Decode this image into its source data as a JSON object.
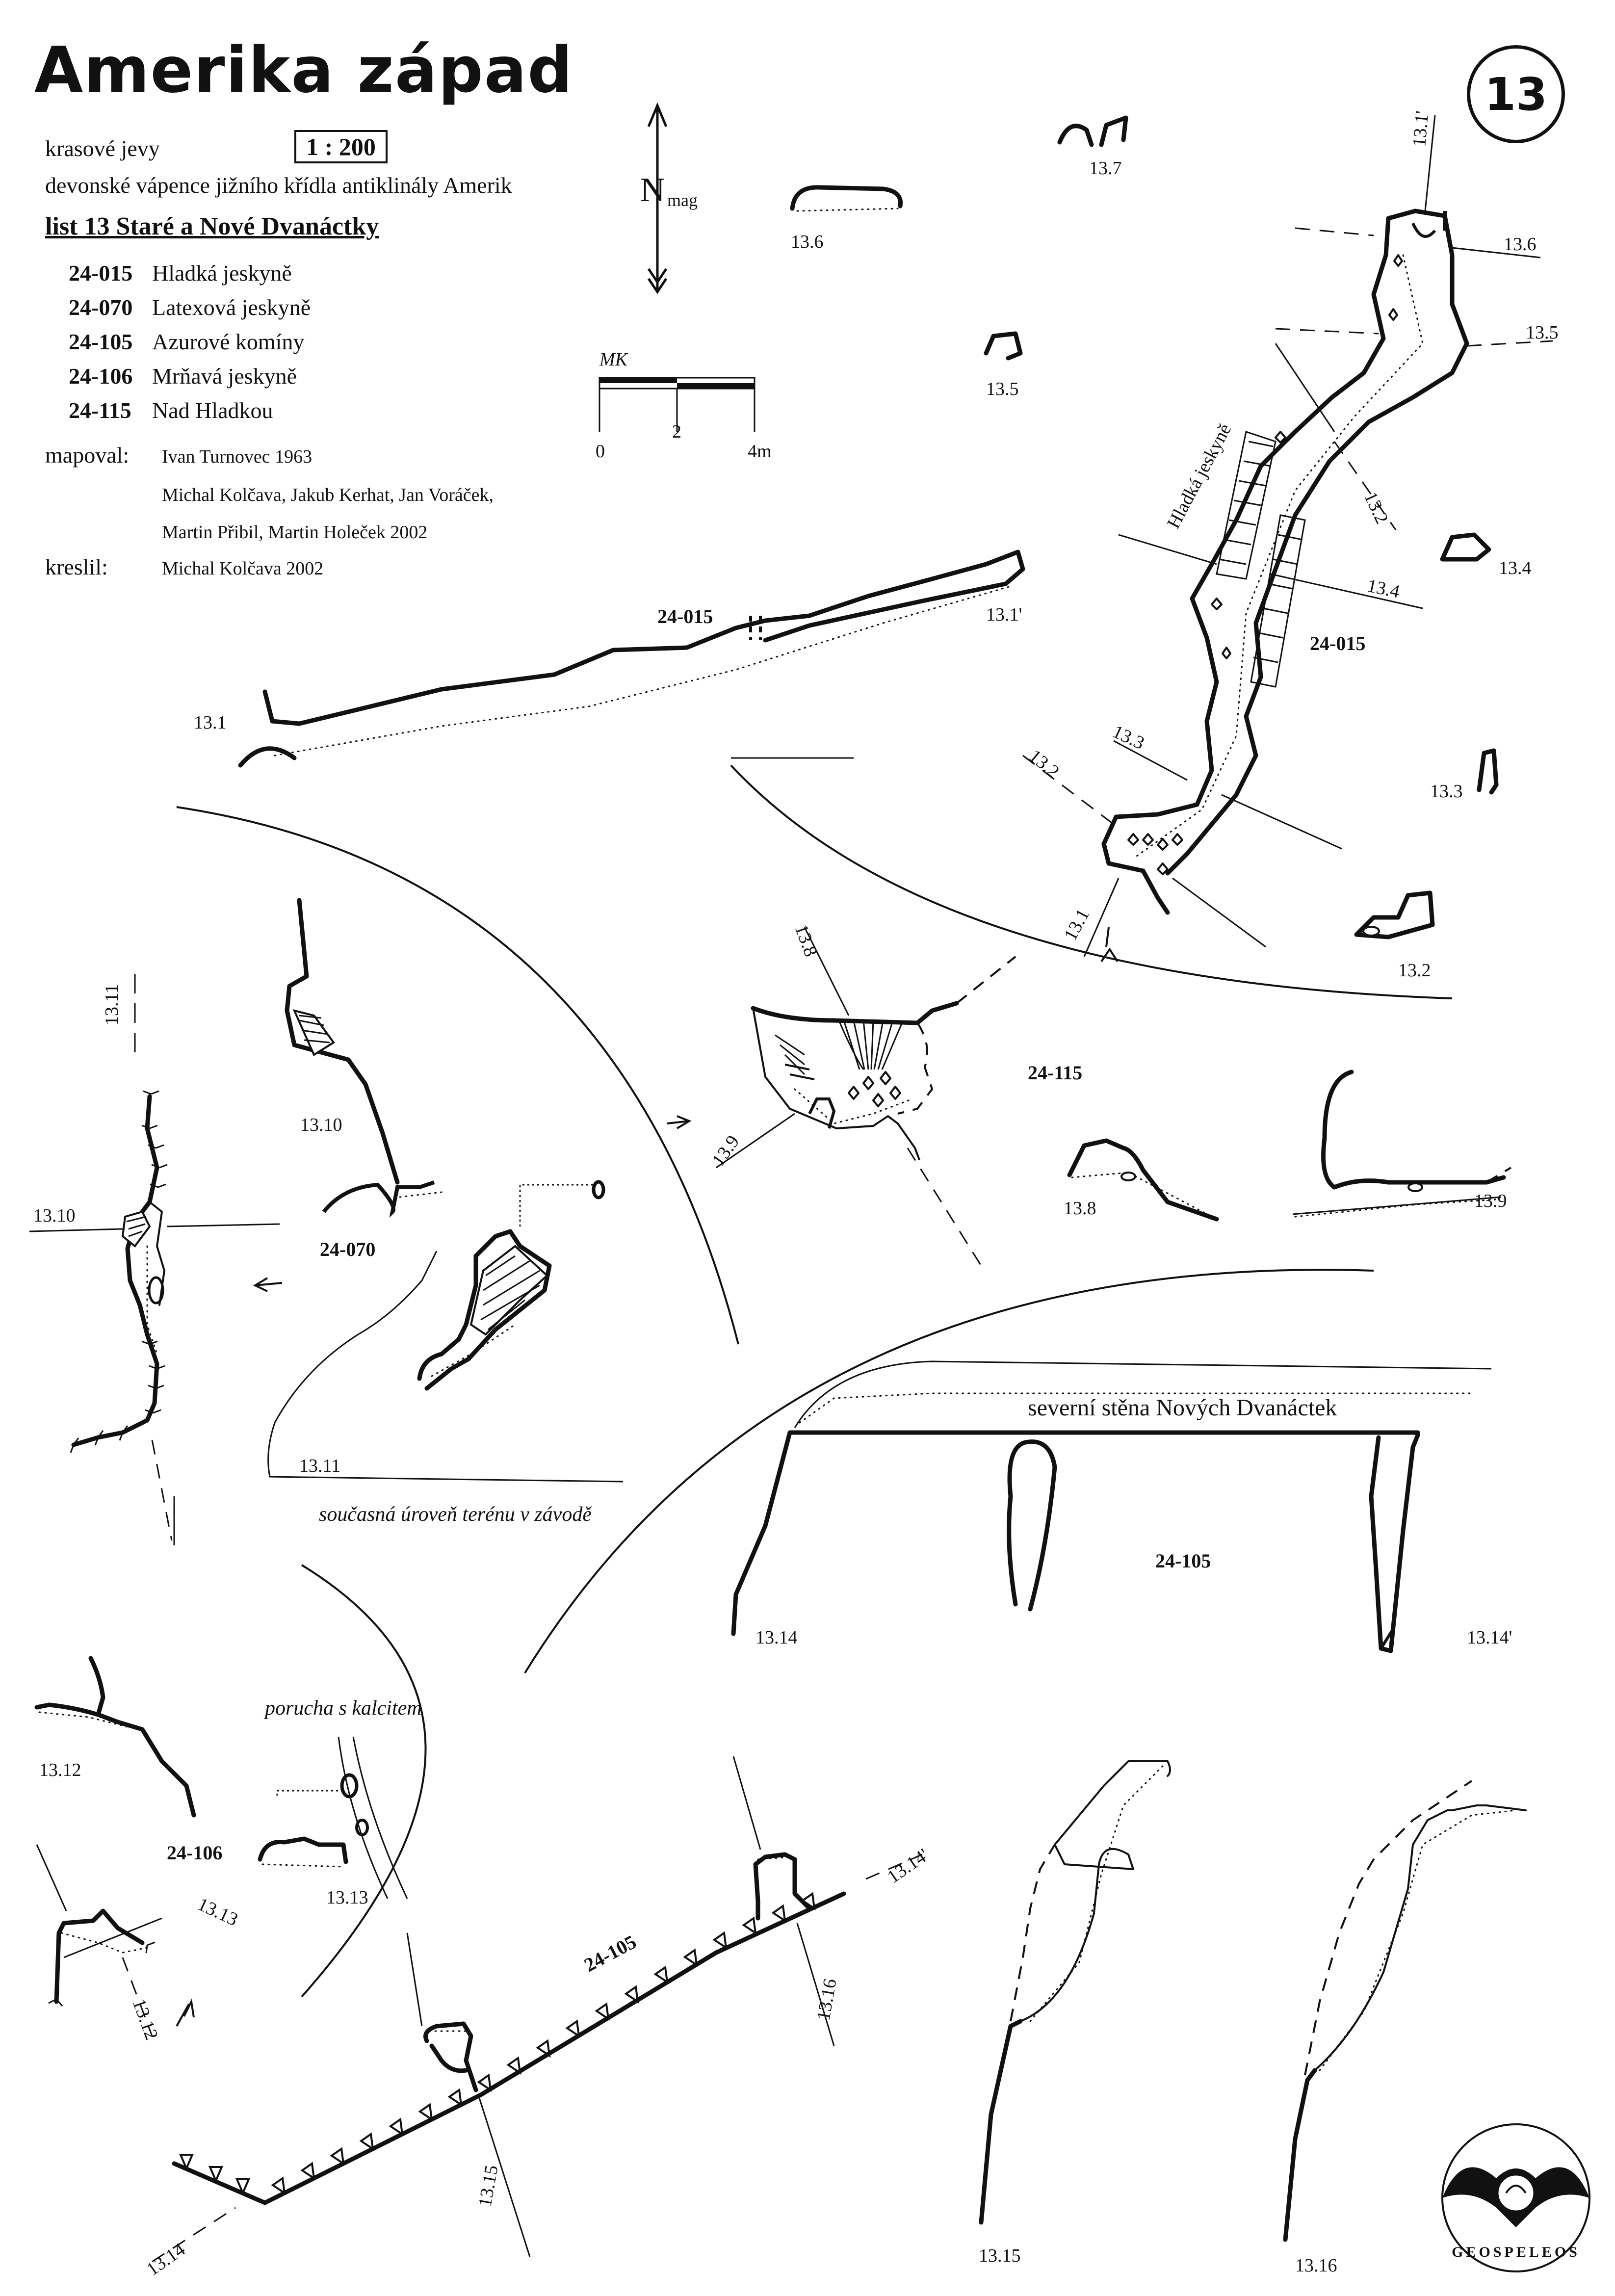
{
  "header": {
    "title": "Amerika západ",
    "subtitle": "krasové jevy",
    "scale": "1 : 200",
    "geology": "devonské vápence jižního křídla antiklinály Amerik",
    "sheet": "list 13  Staré a Nové Dvanáctky",
    "sheet_number": "13"
  },
  "caves": [
    {
      "code": "24-015",
      "name": "Hladká jeskyně"
    },
    {
      "code": "24-070",
      "name": "Latexová jeskyně"
    },
    {
      "code": "24-105",
      "name": "Azurové komíny"
    },
    {
      "code": "24-106",
      "name": "Mrňavá jeskyně"
    },
    {
      "code": "24-115",
      "name": "Nad Hladkou"
    }
  ],
  "credits": {
    "surveyed_label": "mapoval:",
    "surveyed_1": "Ivan Turnovec 1963",
    "surveyed_2": "Michal Kolčava, Jakub Kerhat, Jan Voráček,",
    "surveyed_3": "Martin Přibil, Martin Holeček 2002",
    "drawn_label": "kreslil:",
    "drawn": "Michal Kolčava 2002"
  },
  "north_arrow": {
    "label": "N",
    "suffix": "mag"
  },
  "scale_bar": {
    "ticks": [
      "0",
      "2",
      "4m"
    ],
    "initials": "MK"
  },
  "map_labels": {
    "cave_hladka": "Hladká jeskyně",
    "code_015_long": "24-015",
    "code_015_plan": "24-015",
    "code_070": "24-070",
    "code_105_sect": "24-105",
    "code_105_plan": "24-105",
    "code_106": "24-106",
    "code_115": "24-115",
    "north_wall": "severní stěna Nových Dvanáctek",
    "terrain": "současná úroveň terénu v závodě",
    "fault": "porucha s kalcitem"
  },
  "section_labels": [
    "13.1",
    "13.1'",
    "13.2",
    "13.3",
    "13.4",
    "13.5",
    "13.6",
    "13.7",
    "13.8",
    "13.9",
    "13.10",
    "13.11",
    "13.12",
    "13.13",
    "13.14",
    "13.14'",
    "13.15",
    "13.16"
  ],
  "logo": {
    "text": "GEOSPELEOS"
  }
}
